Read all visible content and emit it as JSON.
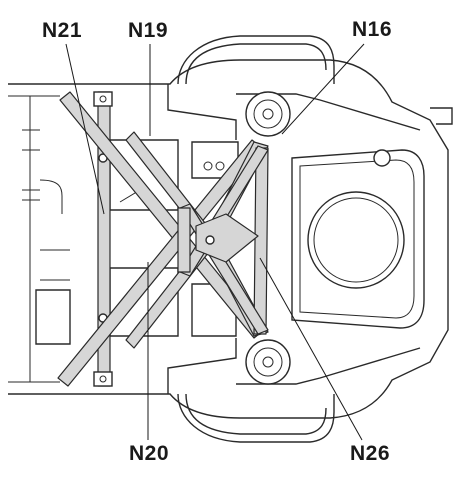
{
  "callouts": {
    "n21": "N21",
    "n19": "N19",
    "n16": "N16",
    "n20": "N20",
    "n26": "N26"
  },
  "colors": {
    "outline": "#2a2a2a",
    "brace_fill": "#d6d6d6",
    "background": "#ffffff"
  }
}
